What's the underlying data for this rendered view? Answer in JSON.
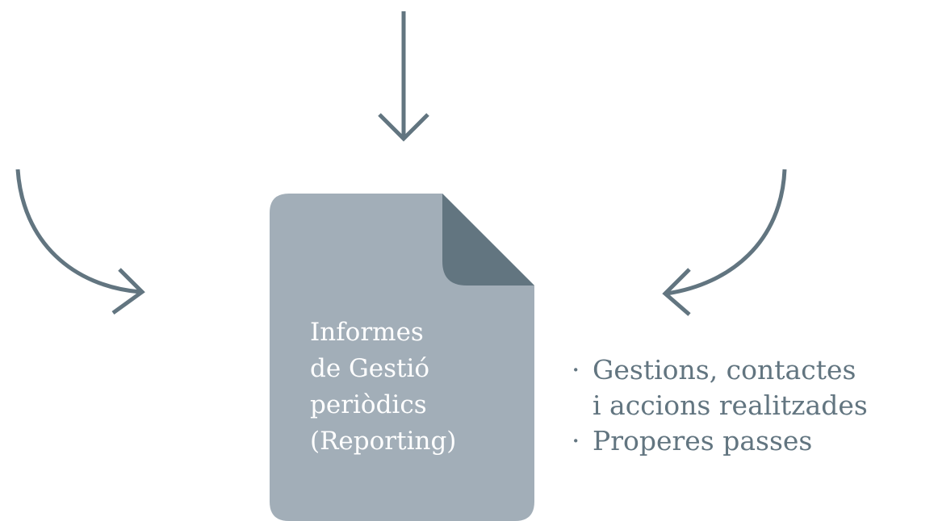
{
  "colors": {
    "arrow": "#627580",
    "document_body": "#a2aeb8",
    "document_fold": "#627580",
    "document_text": "#ffffff",
    "bullet_text": "#627580"
  },
  "document": {
    "icon": "document-icon",
    "title_lines": [
      "Informes",
      "de Gestió",
      "periòdics",
      "(Reporting)"
    ]
  },
  "bullets": [
    {
      "marker": "·",
      "lines": [
        "Gestions, contactes",
        "i accions realitzades"
      ]
    },
    {
      "marker": "·",
      "lines": [
        "Properes passes"
      ]
    }
  ]
}
